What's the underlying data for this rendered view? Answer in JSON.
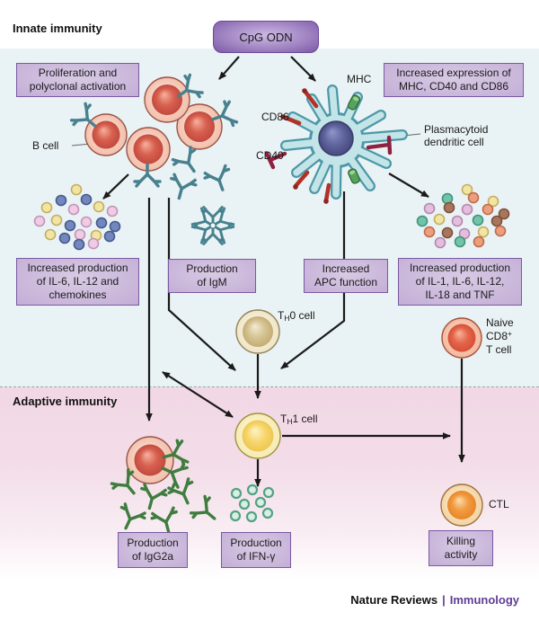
{
  "figure": {
    "innate_heading": "Innate immunity",
    "adaptive_heading": "Adaptive immunity"
  },
  "nodes": {
    "cpg": "CpG ODN",
    "prolif": [
      "Proliferation and",
      "polyclonal activation"
    ],
    "mhc_expr": [
      "Increased expression of",
      "MHC, CD40 and CD86"
    ],
    "il6": [
      "Increased production",
      "of IL-6, IL-12 and",
      "chemokines"
    ],
    "igm": [
      "Production",
      "of IgM"
    ],
    "apc": [
      "Increased",
      "APC function"
    ],
    "il1": [
      "Increased production",
      "of IL-1, IL-6, IL-12,",
      "IL-18 and TNF"
    ],
    "igg2a": [
      "Production",
      "of IgG2a"
    ],
    "ifng": [
      "Production",
      "of IFN-γ"
    ],
    "killing": [
      "Killing",
      "activity"
    ]
  },
  "labels": {
    "b_cell": "B cell",
    "mhc": "MHC",
    "cd86": "CD86",
    "cd40": "CD40",
    "pdc": [
      "Plasmacytoid",
      "dendritic cell"
    ],
    "th0": {
      "t": "T",
      "sub": "H",
      "rest": "0 cell"
    },
    "th1": {
      "t": "T",
      "sub": "H",
      "rest": "1 cell"
    },
    "naive": {
      "line1": "Naive",
      "line2_base": "CD8",
      "line2_sup": "+",
      "line3": "T cell"
    },
    "ctl": "CTL"
  },
  "footer": {
    "brand": "Nature Reviews",
    "separator": "|",
    "journal": "Immunology"
  },
  "colors": {
    "bg-innate": "#e9f2f4",
    "bg-adaptive-top": "#f2d7e5",
    "box-border": "#7a59a2",
    "box-fill-center": "#d8cae4",
    "box-fill-edge": "#c3aed6",
    "cpg-center": "#cdb9e3",
    "cpg-mid": "#a286c4",
    "cpg-edge": "#7c58a5",
    "arrow": "#1a1a1a",
    "ab-teal": "#47818e",
    "ab-green": "#3f7d3f",
    "journal-purple": "#5e3d95",
    "text": "#1a1a1a"
  },
  "dot_clusters": {
    "innate_cytokines_left": {
      "r": 5.5,
      "stroke_width": 1.6,
      "palette": {
        "y": {
          "fill": "#f2e5a2",
          "stroke": "#c4ad62"
        },
        "b": {
          "fill": "#7187bd",
          "stroke": "#47598e"
        },
        "p": {
          "fill": "#efcce4",
          "stroke": "#c492ba"
        }
      },
      "dots": [
        [
          85,
          211,
          "y"
        ],
        [
          68,
          223,
          "b"
        ],
        [
          96,
          222,
          "b"
        ],
        [
          52,
          231,
          "y"
        ],
        [
          82,
          233,
          "p"
        ],
        [
          110,
          230,
          "y"
        ],
        [
          125,
          235,
          "p"
        ],
        [
          44,
          246,
          "p"
        ],
        [
          63,
          245,
          "y"
        ],
        [
          78,
          251,
          "b"
        ],
        [
          96,
          247,
          "p"
        ],
        [
          113,
          248,
          "b"
        ],
        [
          128,
          252,
          "b"
        ],
        [
          56,
          261,
          "y"
        ],
        [
          72,
          265,
          "b"
        ],
        [
          89,
          261,
          "p"
        ],
        [
          107,
          262,
          "y"
        ],
        [
          122,
          263,
          "b"
        ],
        [
          88,
          272,
          "b"
        ],
        [
          104,
          271,
          "p"
        ]
      ]
    },
    "innate_cytokines_right": {
      "r": 5.5,
      "stroke_width": 1.6,
      "palette": {
        "t": {
          "fill": "#72c3aa",
          "stroke": "#3f9379"
        },
        "o": {
          "fill": "#eb9f7c",
          "stroke": "#bf6b4a"
        },
        "n": {
          "fill": "#a9765c",
          "stroke": "#7d503c"
        },
        "p": {
          "fill": "#e3bedd",
          "stroke": "#b388ad"
        },
        "y": {
          "fill": "#f2e5a2",
          "stroke": "#c4ad62"
        }
      },
      "dots": [
        [
          520,
          211,
          "y"
        ],
        [
          498,
          221,
          "t"
        ],
        [
          527,
          220,
          "o"
        ],
        [
          549,
          224,
          "y"
        ],
        [
          478,
          232,
          "p"
        ],
        [
          500,
          231,
          "n"
        ],
        [
          520,
          233,
          "p"
        ],
        [
          543,
          233,
          "o"
        ],
        [
          561,
          238,
          "n"
        ],
        [
          470,
          246,
          "t"
        ],
        [
          489,
          244,
          "y"
        ],
        [
          509,
          246,
          "p"
        ],
        [
          532,
          245,
          "t"
        ],
        [
          553,
          246,
          "n"
        ],
        [
          478,
          258,
          "o"
        ],
        [
          498,
          259,
          "n"
        ],
        [
          517,
          260,
          "p"
        ],
        [
          538,
          258,
          "y"
        ],
        [
          557,
          257,
          "o"
        ],
        [
          490,
          270,
          "p"
        ],
        [
          512,
          269,
          "t"
        ],
        [
          533,
          269,
          "o"
        ]
      ]
    },
    "ifn_gamma": {
      "r": 5,
      "stroke_width": 2.2,
      "palette": {
        "g": {
          "fill": "#d8efe4",
          "stroke": "#54a184"
        }
      },
      "dots": [
        [
          263,
          549,
          "g"
        ],
        [
          281,
          545,
          "g"
        ],
        [
          299,
          548,
          "g"
        ],
        [
          272,
          561,
          "g"
        ],
        [
          290,
          559,
          "g"
        ],
        [
          262,
          574,
          "g"
        ],
        [
          280,
          575,
          "g"
        ],
        [
          298,
          571,
          "g"
        ]
      ]
    }
  }
}
